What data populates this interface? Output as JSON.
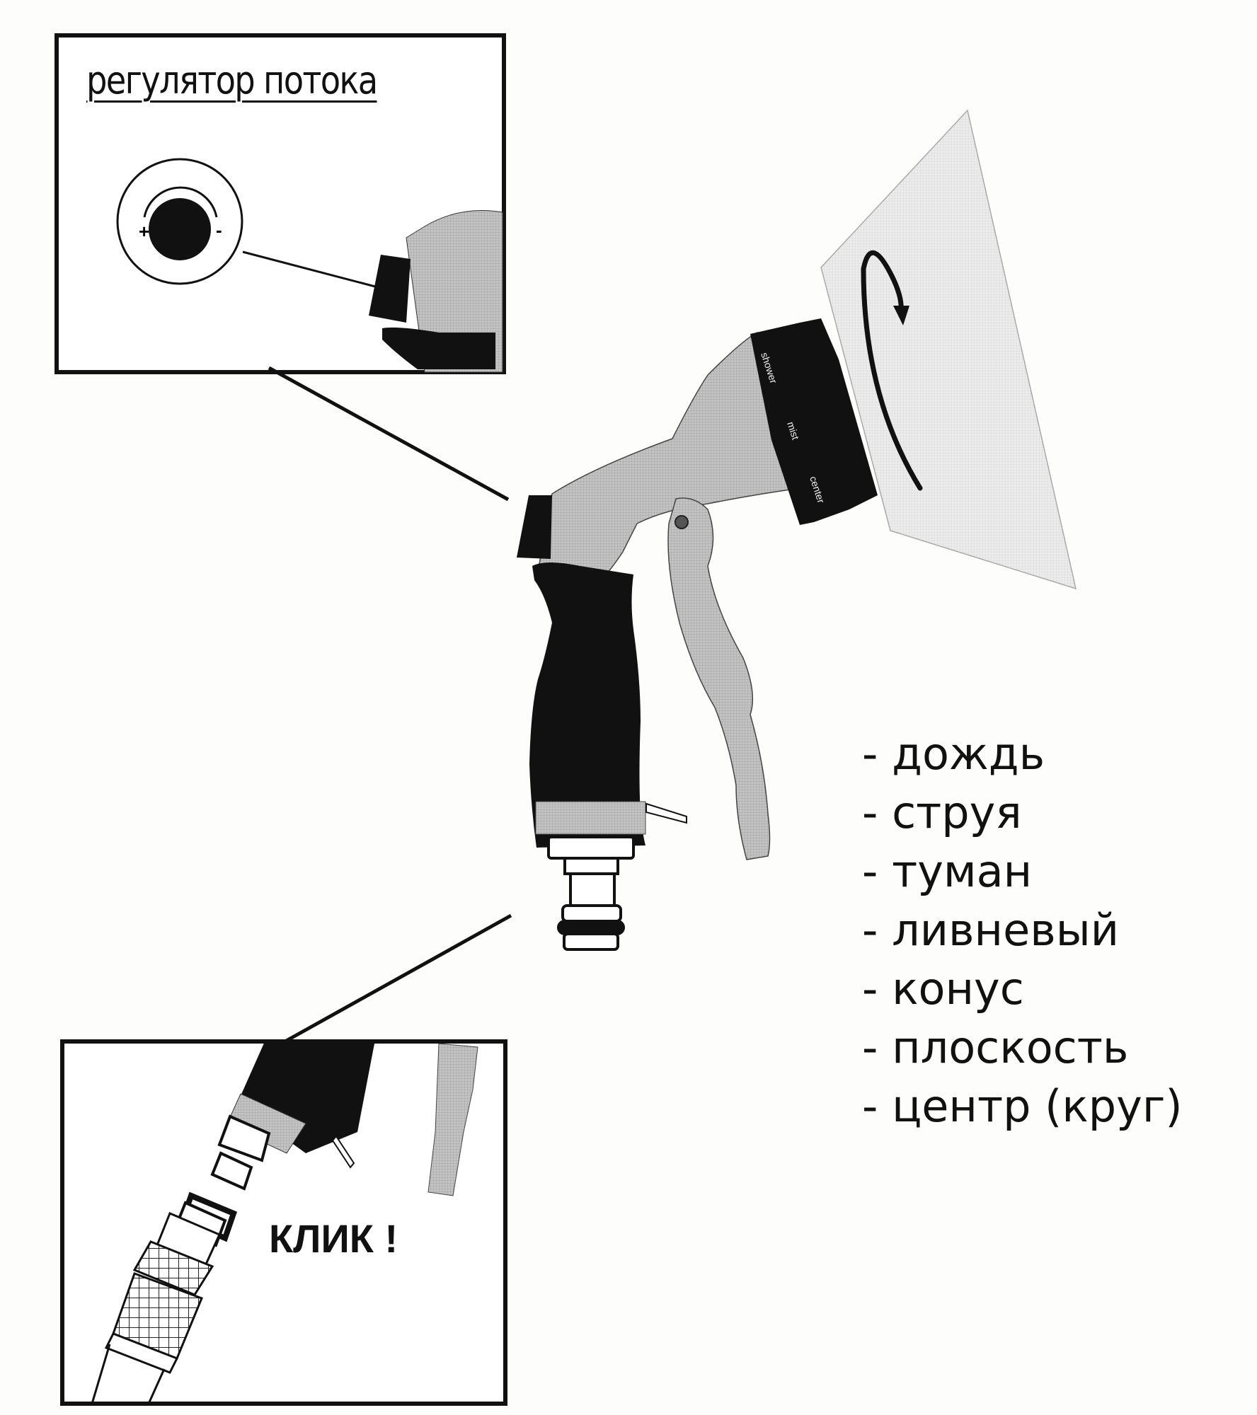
{
  "flow_regulator_inset": {
    "title": "регулятор потока",
    "dial": {
      "plus_label": "+",
      "minus_label": "-"
    }
  },
  "nozzle": {
    "ring_labels": [
      "shower",
      "mist",
      "center"
    ],
    "rotation_arrow": "rotate-arrow-icon"
  },
  "spray_modes": {
    "items": [
      {
        "label": "- дождь"
      },
      {
        "label": "- струя"
      },
      {
        "label": "- туман"
      },
      {
        "label": "- ливневый"
      },
      {
        "label": "- конус"
      },
      {
        "label": "- плоскость"
      },
      {
        "label": "- центр (круг)"
      }
    ]
  },
  "connector_inset": {
    "click_label": "КЛИК !"
  },
  "colors": {
    "ink": "#111111",
    "gray_body": "#b9b9b9",
    "spray": "#e6e6e6",
    "paper": "#fdfdfb"
  }
}
